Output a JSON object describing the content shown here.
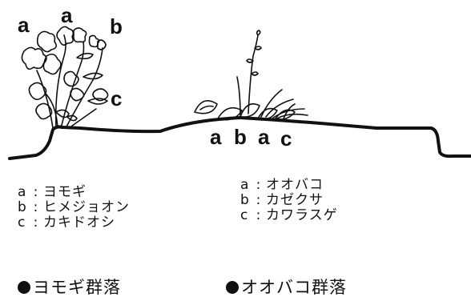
{
  "diagram": {
    "yomogi_side_labels": [
      "a",
      "a",
      "b",
      "c"
    ],
    "path_labels": [
      "a",
      "b",
      "a",
      "c"
    ]
  },
  "legend_left": [
    {
      "key": "a",
      "sep": ":",
      "name": "ヨモギ"
    },
    {
      "key": "b",
      "sep": ":",
      "name": "ヒメジョオン"
    },
    {
      "key": "c",
      "sep": ":",
      "name": "カキドオシ"
    }
  ],
  "legend_right": [
    {
      "key": "a",
      "sep": ":",
      "name": "オオバコ"
    },
    {
      "key": "b",
      "sep": ":",
      "name": "カゼクサ"
    },
    {
      "key": "c",
      "sep": ":",
      "name": "カワラスゲ"
    }
  ],
  "communities": {
    "left": "ヨモギ群落",
    "right": "オオバコ群落"
  }
}
